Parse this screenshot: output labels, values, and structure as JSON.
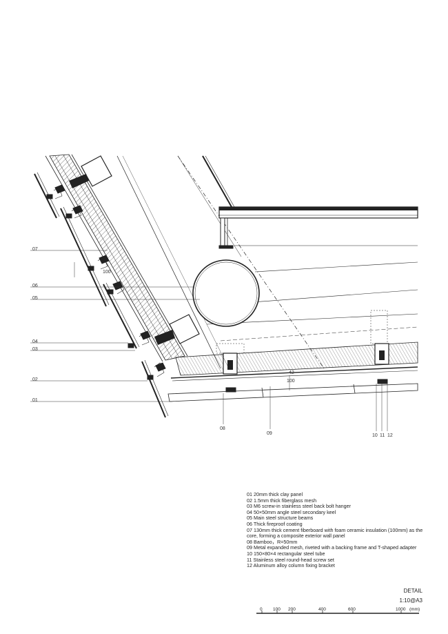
{
  "callouts": {
    "c07": "07",
    "c06": "06",
    "c05": "05",
    "c04": "04",
    "c03": "03",
    "c02": "02",
    "c01": "01",
    "c08": "08",
    "c09": "09",
    "c10": "10",
    "c11": "11",
    "c12": "12"
  },
  "dimensions": {
    "d100a": "100",
    "d42": "42",
    "d100b": "100"
  },
  "legend": [
    "01 20mm thick clay panel",
    "02 1.5mm thick fiberglass mesh",
    "03 M6 screw-in stainless steel back bolt hanger",
    "04 50×50mm angle steel secondary keel",
    "05 Main steel structure beams",
    "06 Thick fireproof coating",
    "07 130mm thick cement fiberboard with foam ceramic insulation (100mm) as the core, forming a composite exterior wall panel",
    "08 Bamboo，R=50mm",
    "09 Metal expanded mesh, riveted with a backing frame and T-shaped adapter",
    "10 150×80×4 rectangular steel tube",
    "11 Stainless steel round-head screw set",
    "12 Aluminum alloy column fixing bracket"
  ],
  "title": {
    "label": "DETAIL",
    "scale": "1:10@A3"
  },
  "scale_bar": {
    "ticks": [
      "0",
      "100",
      "200",
      "400",
      "600",
      "1000"
    ],
    "unit": "(mm)"
  }
}
